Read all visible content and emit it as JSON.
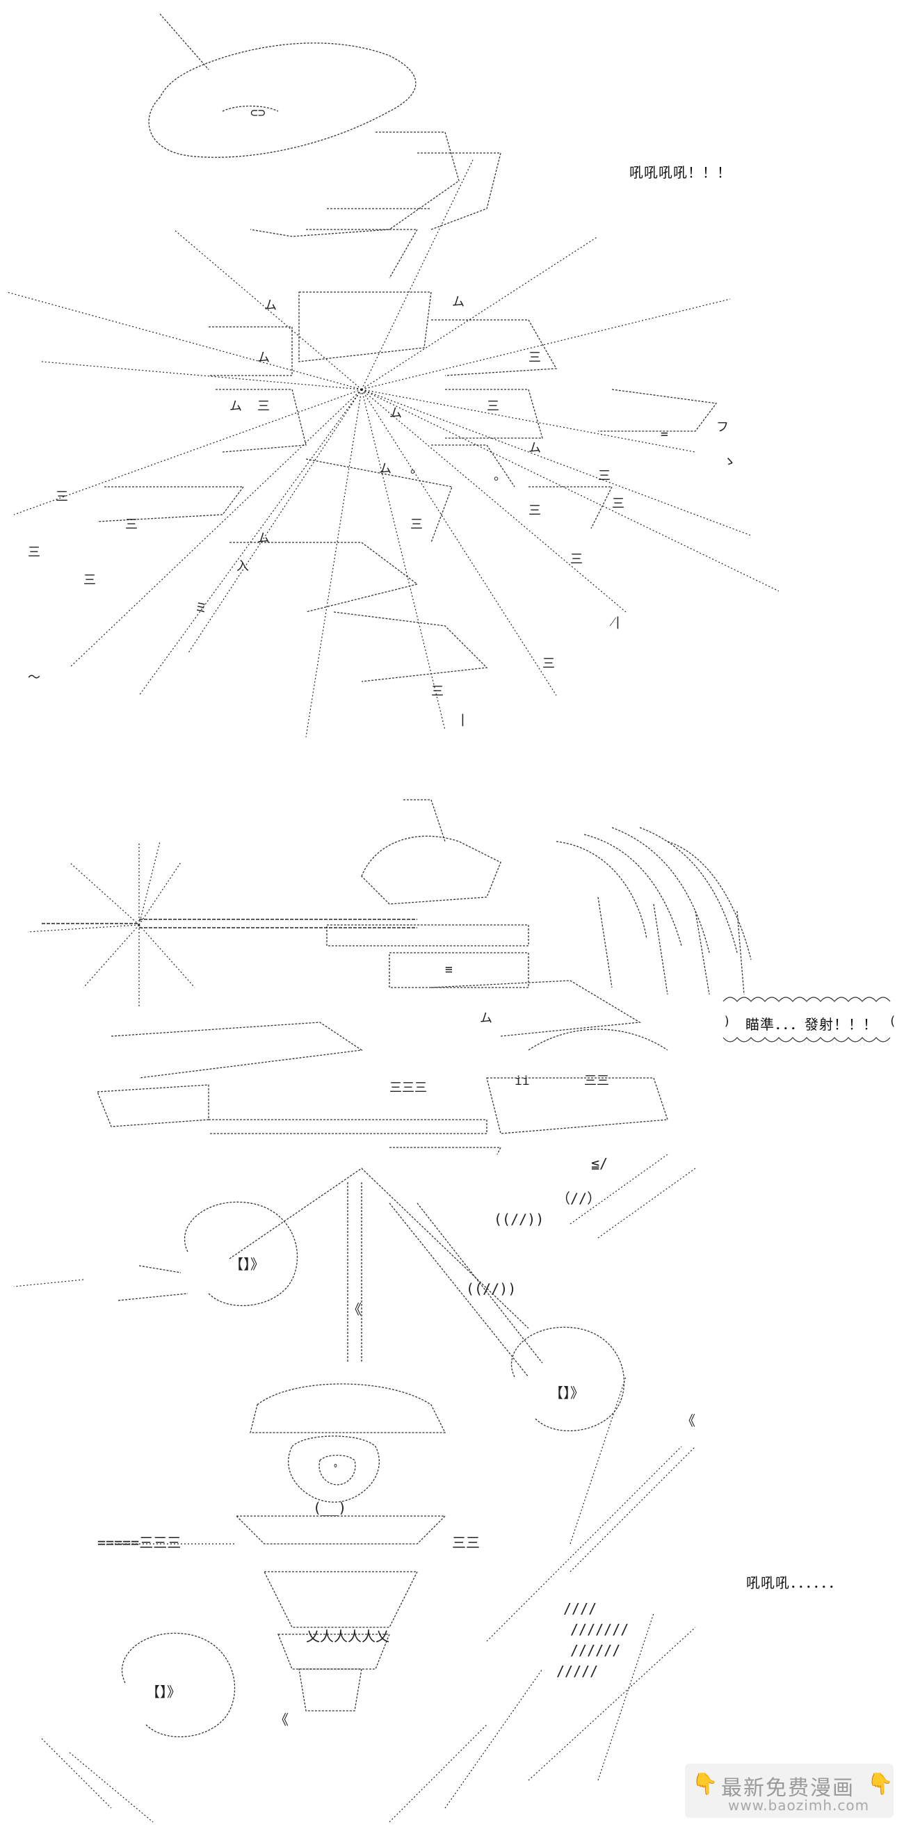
{
  "panels": [
    {
      "caption": "吼吼吼吼！！！"
    },
    {
      "caption": "瞄準．．．發射！！！"
    },
    {
      "caption": "吼吼吼．．．．．．"
    }
  ],
  "watermark": {
    "title": "最新免费漫画",
    "url": "www.baozimh.com",
    "icon": "pointing-hand-icon",
    "color": "#f0a500"
  }
}
